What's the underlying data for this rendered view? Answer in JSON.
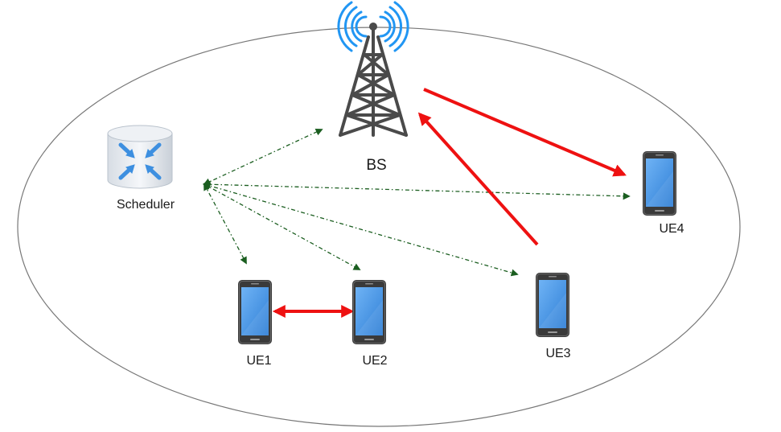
{
  "nodes": {
    "bs": {
      "label": "BS",
      "icon": "cell-tower-icon"
    },
    "scheduler": {
      "label": "Scheduler",
      "icon": "router-database-icon"
    },
    "ue1": {
      "label": "UE1",
      "icon": "smartphone-icon"
    },
    "ue2": {
      "label": "UE2",
      "icon": "smartphone-icon"
    },
    "ue3": {
      "label": "UE3",
      "icon": "smartphone-icon"
    },
    "ue4": {
      "label": "UE4",
      "icon": "smartphone-icon"
    }
  },
  "links": {
    "data": [
      {
        "from": "BS",
        "to": "UE4",
        "style": "solid",
        "direction": "one-way"
      },
      {
        "from": "UE3",
        "to": "BS",
        "style": "solid",
        "direction": "one-way"
      },
      {
        "from": "UE1",
        "to": "UE2",
        "style": "solid",
        "direction": "two-way"
      }
    ],
    "control": [
      {
        "from": "Scheduler",
        "to": "BS",
        "style": "dash-dot",
        "direction": "two-way"
      },
      {
        "from": "Scheduler",
        "to": "UE1",
        "style": "dash-dot",
        "direction": "two-way"
      },
      {
        "from": "Scheduler",
        "to": "UE2",
        "style": "dash-dot",
        "direction": "two-way"
      },
      {
        "from": "Scheduler",
        "to": "UE3",
        "style": "dash-dot",
        "direction": "two-way"
      },
      {
        "from": "Scheduler",
        "to": "UE4",
        "style": "dash-dot",
        "direction": "two-way"
      }
    ]
  },
  "colors": {
    "data_link": "#ee1111",
    "control_link": "#1b5e20",
    "cell_boundary": "#777777",
    "phone_screen": "#4a90e2",
    "phone_body": "#3a3a3a",
    "tower_steel": "#4a4a4a",
    "signal_waves": "#2196f3",
    "scheduler_arrows": "#3d8fe0"
  }
}
